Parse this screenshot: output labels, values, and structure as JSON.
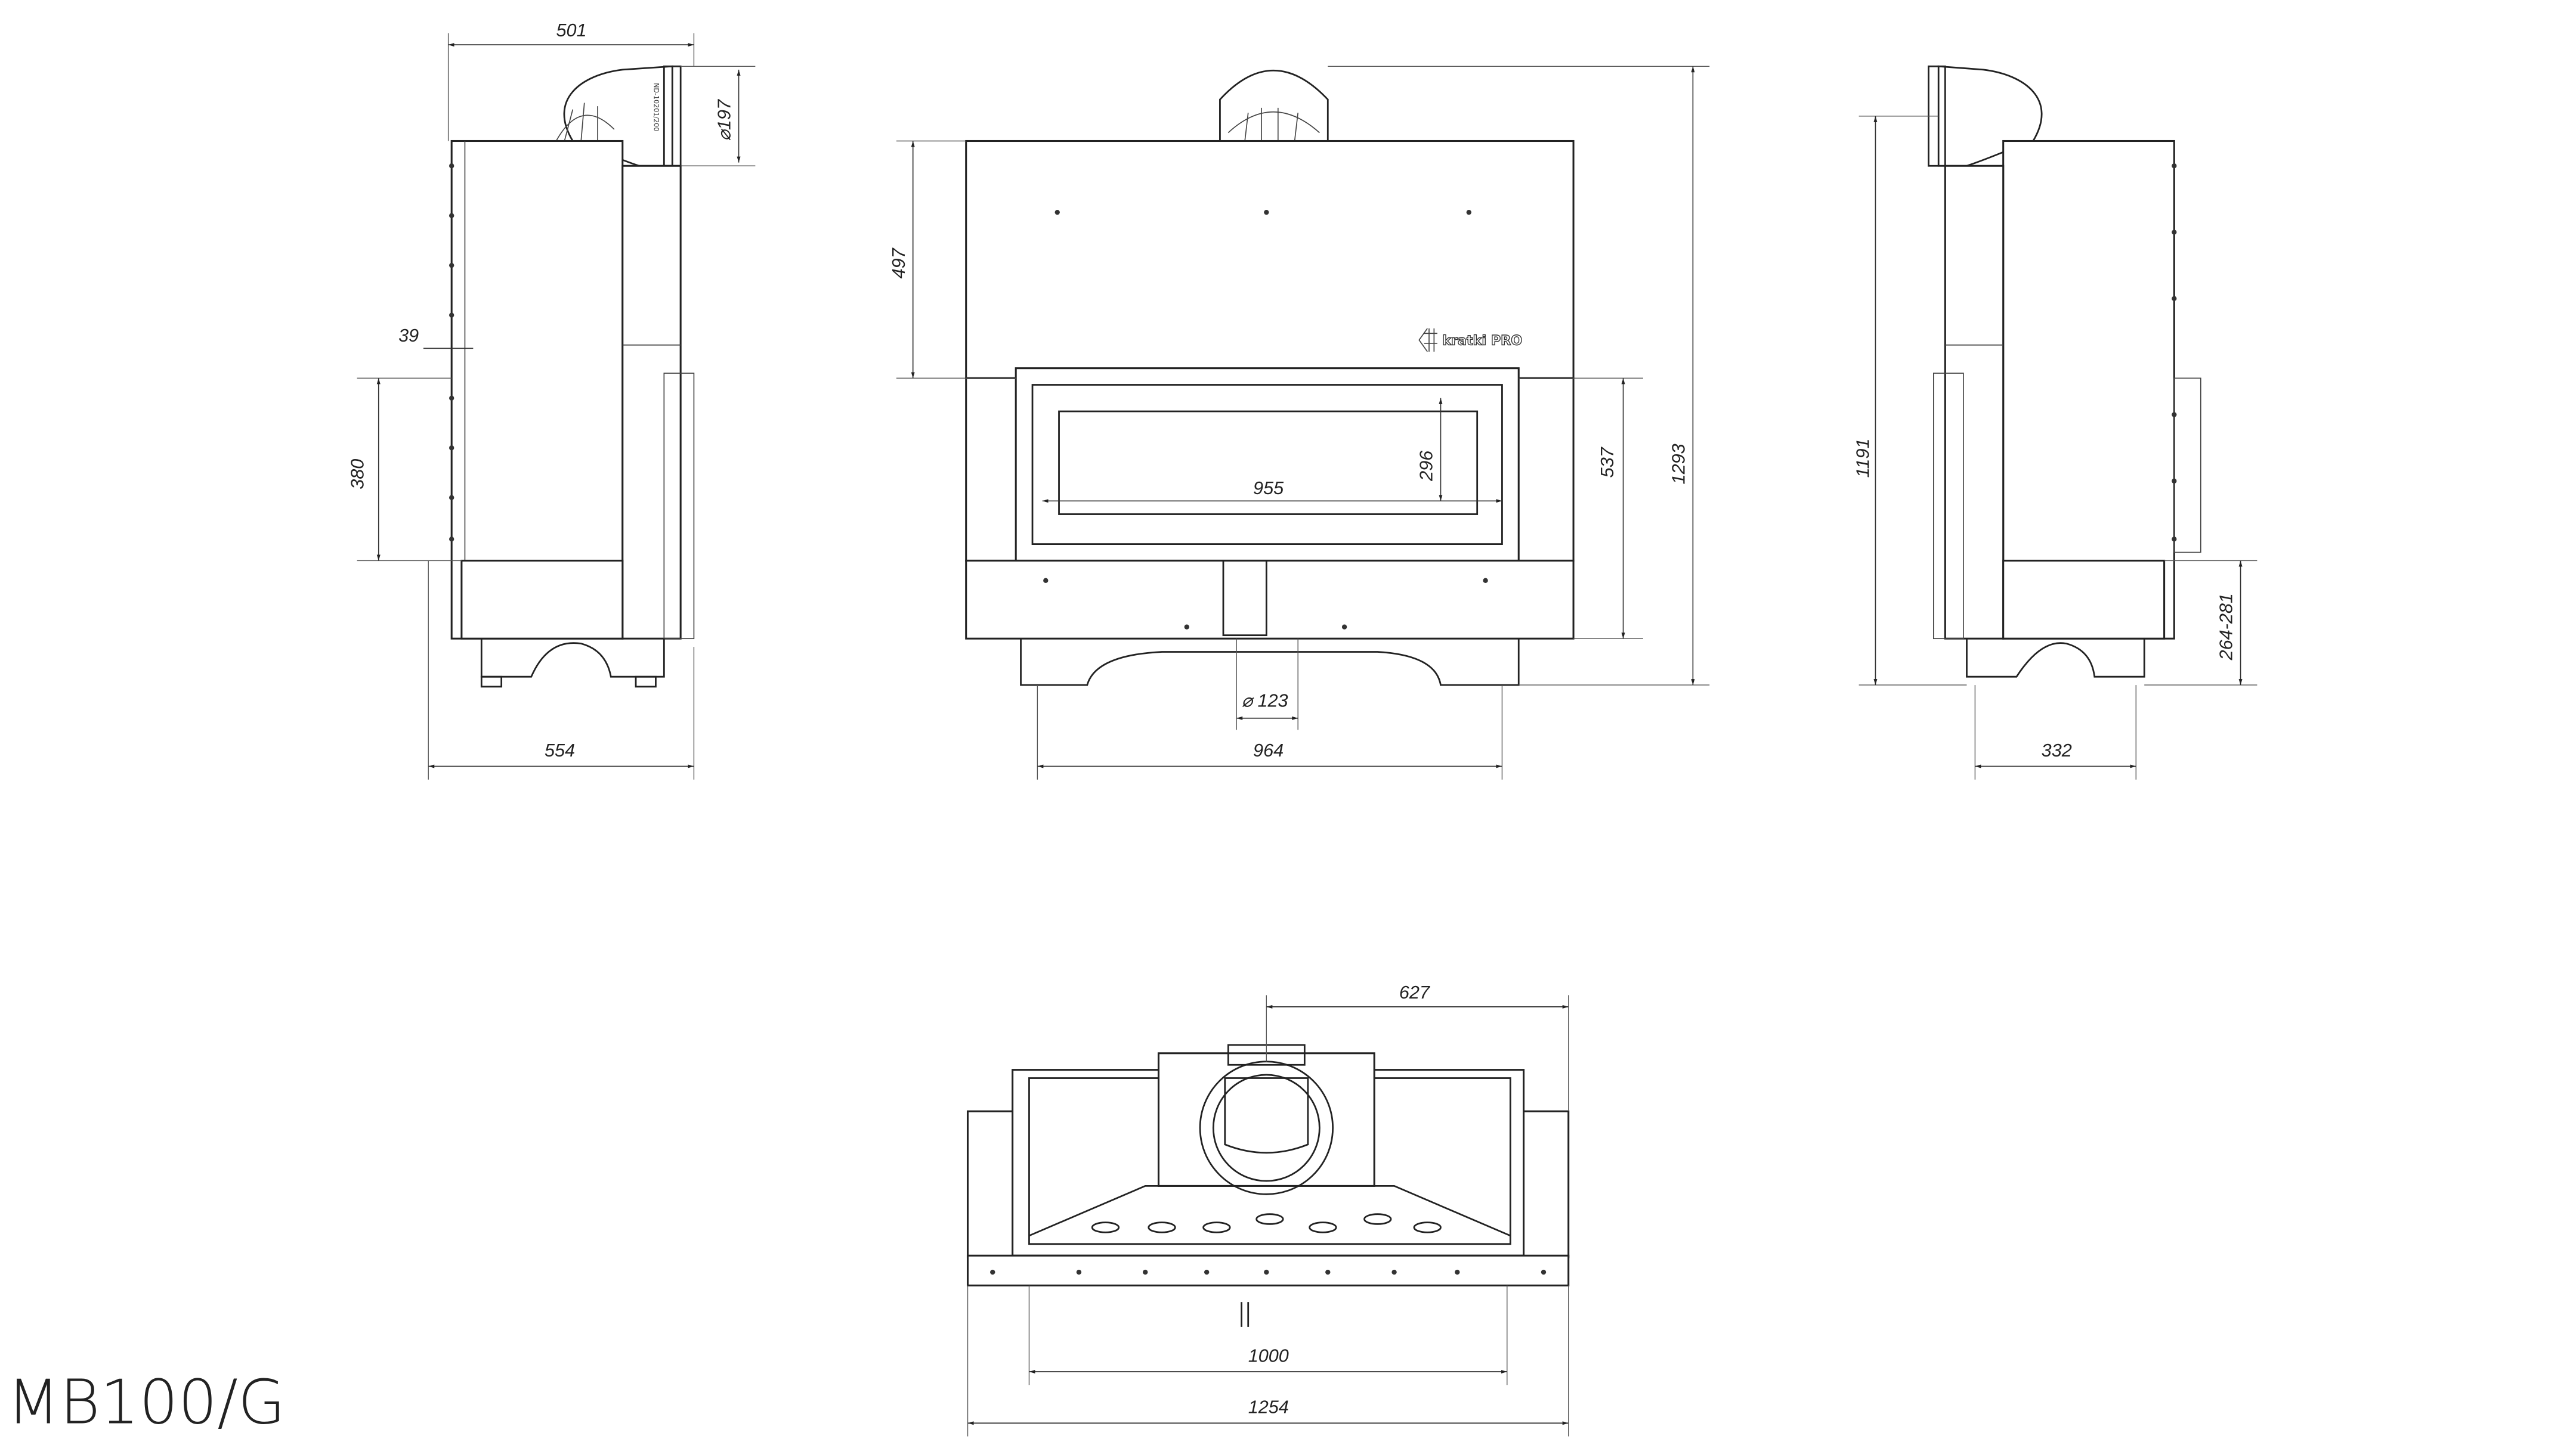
{
  "title": "MB100/G",
  "logo": {
    "brand": "kratki",
    "suffix": "PRO"
  },
  "pipe_marking": "ND-10201/200",
  "dimensions": {
    "side_left": {
      "depth_top": "501",
      "pipe_diameter": "⌀197",
      "offset": "39",
      "height_door": "380",
      "depth_bottom": "554"
    },
    "front": {
      "upper_height": "497",
      "window_width": "955",
      "window_height": "296",
      "lower_height": "537",
      "total_height": "1293",
      "air_inlet": "⌀ 123",
      "feet_width": "964"
    },
    "side_right": {
      "height": "1191",
      "leg_range": "264-281",
      "feet_depth": "332"
    },
    "top": {
      "outlet_offset": "627",
      "inner_width": "1000",
      "total_width": "1254"
    }
  }
}
